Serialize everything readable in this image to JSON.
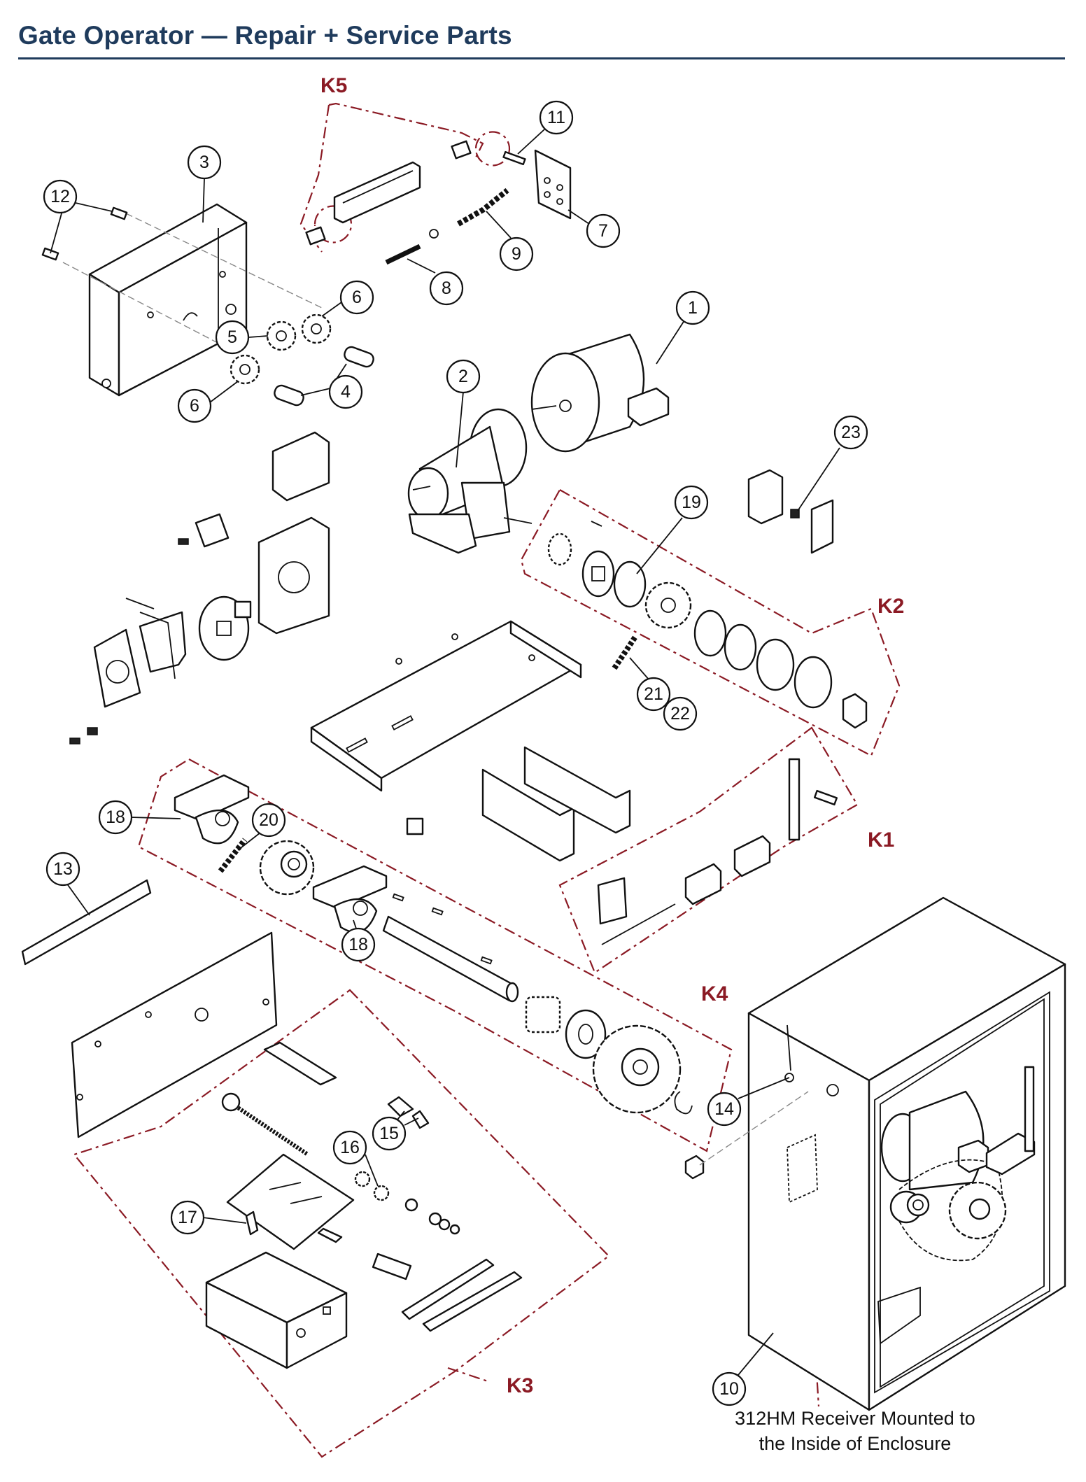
{
  "header": {
    "title": "Gate Operator — Repair + Service Parts"
  },
  "colors": {
    "title": "#1f3b5c",
    "kit": "#8b1a24",
    "line": "#111111"
  },
  "kits": [
    {
      "id": "K5",
      "label": "K5"
    },
    {
      "id": "K2",
      "label": "K2"
    },
    {
      "id": "K1",
      "label": "K1"
    },
    {
      "id": "K4",
      "label": "K4"
    },
    {
      "id": "K3",
      "label": "K3"
    }
  ],
  "callouts": [
    {
      "label": "1"
    },
    {
      "label": "2"
    },
    {
      "label": "3"
    },
    {
      "label": "4"
    },
    {
      "label": "5"
    },
    {
      "label": "6"
    },
    {
      "label": "6"
    },
    {
      "label": "7"
    },
    {
      "label": "8"
    },
    {
      "label": "9"
    },
    {
      "label": "10"
    },
    {
      "label": "11"
    },
    {
      "label": "12"
    },
    {
      "label": "13"
    },
    {
      "label": "14"
    },
    {
      "label": "15"
    },
    {
      "label": "16"
    },
    {
      "label": "17"
    },
    {
      "label": "18"
    },
    {
      "label": "18"
    },
    {
      "label": "19"
    },
    {
      "label": "20"
    },
    {
      "label": "21"
    },
    {
      "label": "22"
    },
    {
      "label": "23"
    }
  ],
  "note": {
    "line1": "312HM Receiver Mounted to",
    "line2": "the Inside of Enclosure"
  }
}
